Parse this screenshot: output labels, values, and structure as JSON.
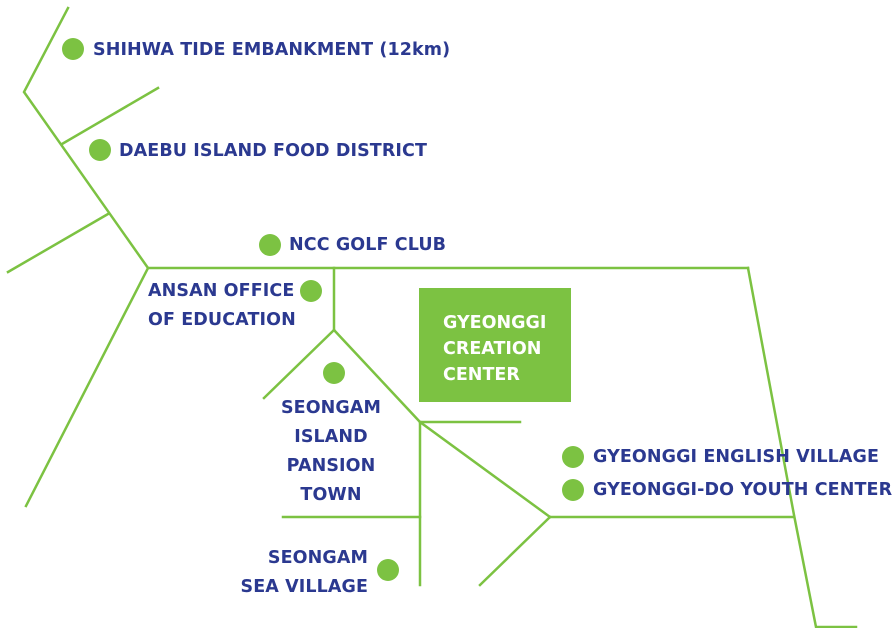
{
  "map": {
    "road_color": "#7cc242",
    "text_color": "#2b3990",
    "highlight": {
      "lines": [
        "GYEONGGI",
        "CREATION",
        "CENTER"
      ],
      "color": "#7cc242",
      "text_color": "#ffffff"
    },
    "places": {
      "shihwa": "SHIHWA TIDE EMBANKMENT (12km)",
      "daebu": "DAEBU ISLAND FOOD DISTRICT",
      "ncc": "NCC GOLF CLUB",
      "ansan": [
        "ANSAN OFFICE",
        "OF EDUCATION"
      ],
      "seongam_island": [
        "SEONGAM",
        "ISLAND",
        "PANSION",
        "TOWN"
      ],
      "seongam_sea": [
        "SEONGAM",
        "SEA VILLAGE"
      ],
      "english_village": "GYEONGGI ENGLISH VILLAGE",
      "youth_center": "GYEONGGI-DO YOUTH CENTER"
    },
    "marker_icon": "location-dot-icon"
  }
}
